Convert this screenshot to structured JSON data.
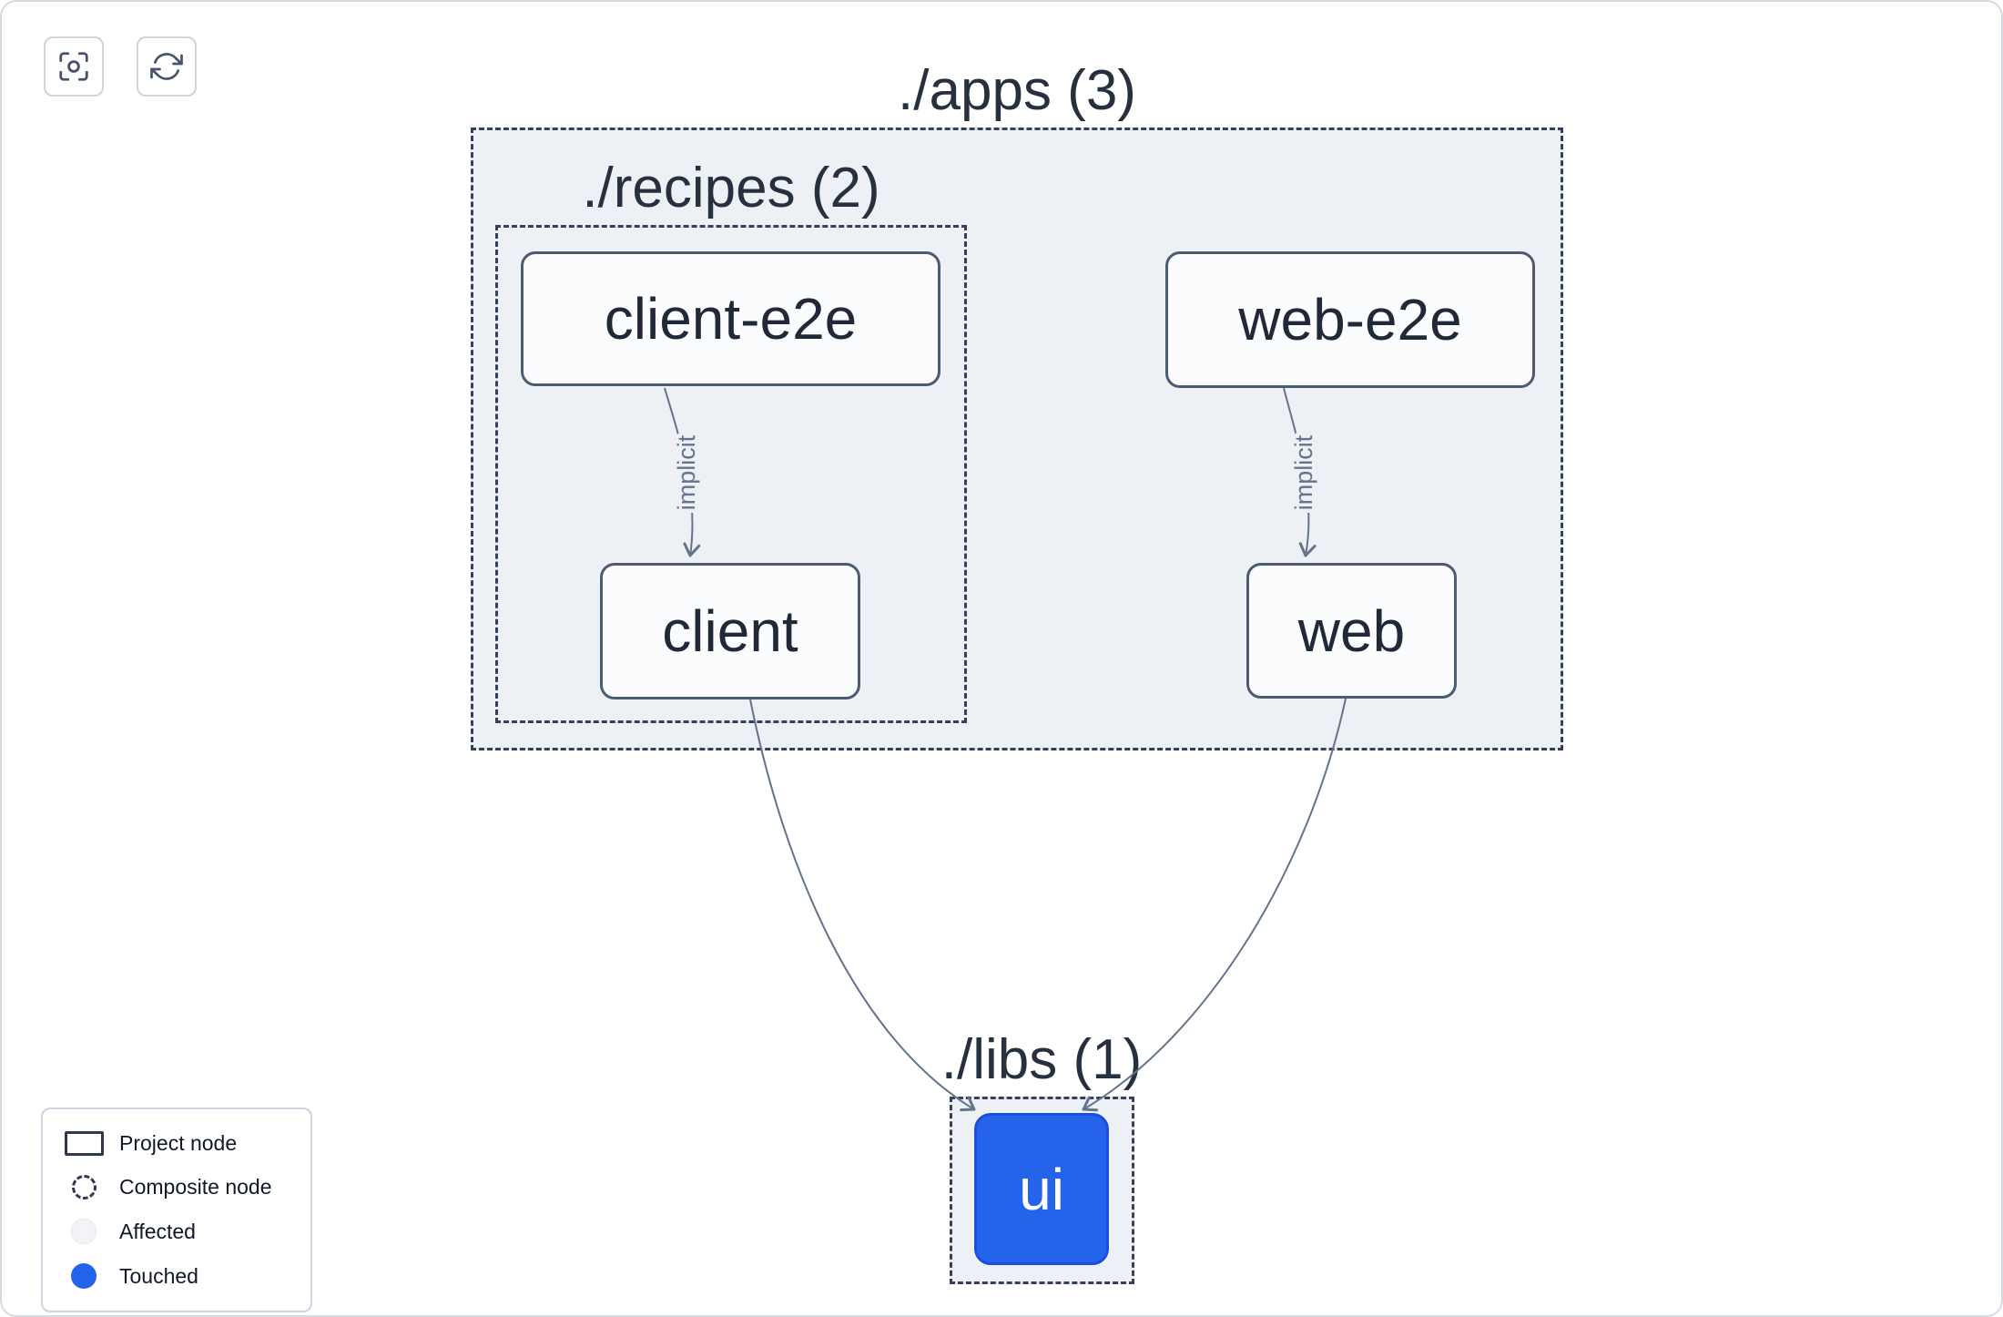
{
  "toolbar": {
    "center_button": {
      "icon": "viewfinder-focus-icon"
    },
    "refresh_button": {
      "icon": "refresh-icon"
    }
  },
  "graph": {
    "groups": {
      "apps": {
        "label": "./apps (3)"
      },
      "recipes": {
        "label": "./recipes (2)"
      },
      "libs": {
        "label": "./libs (1)"
      }
    },
    "nodes": {
      "client_e2e": {
        "label": "client-e2e",
        "type": "project"
      },
      "web_e2e": {
        "label": "web-e2e",
        "type": "project"
      },
      "client": {
        "label": "client",
        "type": "project"
      },
      "web": {
        "label": "web",
        "type": "project"
      },
      "ui": {
        "label": "ui",
        "type": "project",
        "state": "touched"
      }
    },
    "edges": [
      {
        "source": "client-e2e",
        "target": "client",
        "label": "implicit"
      },
      {
        "source": "web-e2e",
        "target": "web",
        "label": "implicit"
      },
      {
        "source": "client",
        "target": "ui"
      },
      {
        "source": "web",
        "target": "ui"
      }
    ]
  },
  "legend": {
    "items": [
      {
        "icon": "project-node-icon",
        "label": "Project node"
      },
      {
        "icon": "composite-node-icon",
        "label": "Composite node"
      },
      {
        "icon": "affected-icon",
        "label": "Affected"
      },
      {
        "icon": "touched-icon",
        "label": "Touched"
      }
    ]
  },
  "colors": {
    "touched_blue": "#2563eb",
    "composite_fill": "#edf0f5",
    "dashed_border": "#33415a",
    "edge_gray": "#64748b"
  }
}
